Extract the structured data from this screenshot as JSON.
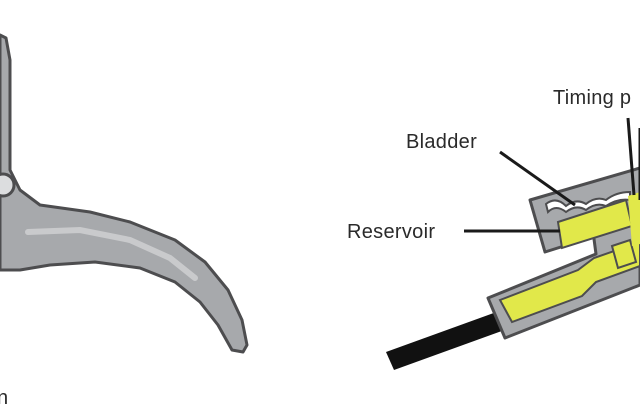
{
  "labels": {
    "bladder": "Bladder",
    "reservoir": "Reservoir",
    "timing": "Timing p",
    "bottom_left_fragment": "n"
  },
  "colors": {
    "lever_fill": "#a7a9ac",
    "lever_stroke": "#4d4d4f",
    "fluid": "#e1e84a",
    "body_fill": "#a7a9ac",
    "cable": "#111111",
    "text": "#2a2a2a"
  }
}
